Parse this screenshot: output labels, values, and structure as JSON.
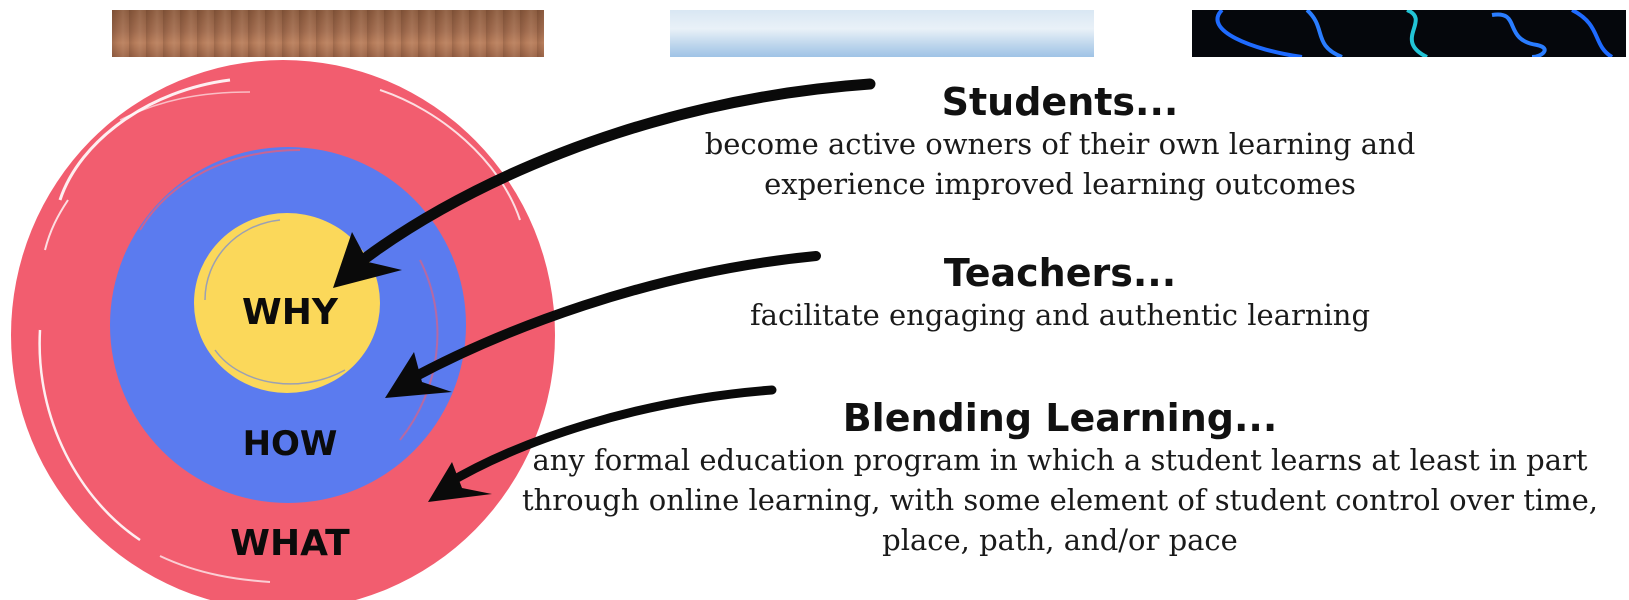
{
  "images": {
    "left": "wood-photo",
    "center": "sky-photo",
    "right": "neon-lines-photo"
  },
  "circles": {
    "why": "WHY",
    "how": "HOW",
    "what": "WHAT"
  },
  "colors": {
    "outer": "#f25d6f",
    "middle": "#5b7bef",
    "inner": "#fbd85a",
    "arrow": "#0a0a0a"
  },
  "blocks": {
    "students": {
      "title": "Students...",
      "line1": "become active owners of their own learning and",
      "line2": "experience improved learning outcomes"
    },
    "teachers": {
      "title": "Teachers...",
      "line1": "facilitate engaging and authentic learning"
    },
    "blending": {
      "title": "Blending Learning...",
      "line1": "any formal education program in which a student learns at least in part",
      "line2": "through online learning, with some element of student control over time,",
      "line3": "place, path, and/or pace"
    }
  }
}
